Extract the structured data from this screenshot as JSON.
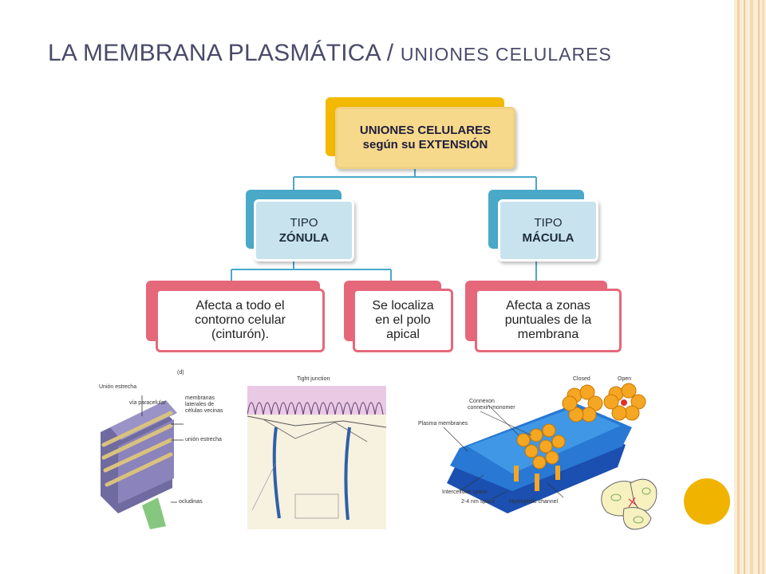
{
  "slide": {
    "title_main": "LA MEMBRANA PLASMÁTICA / ",
    "title_sub": "UNIONES CELULARES"
  },
  "diagram": {
    "root": {
      "line1": "UNIONES CELULARES",
      "line2": "según su EXTENSIÓN"
    },
    "zonula": {
      "line1": "TIPO",
      "line2": "ZÓNULA"
    },
    "macula": {
      "line1": "TIPO",
      "line2": "MÁCULA"
    },
    "zonula_children": [
      {
        "line1": "Afecta a todo el",
        "line2": "contorno celular",
        "line3": "(cinturón)."
      },
      {
        "line1": "Se localiza",
        "line2": "en el polo",
        "line3": "apical"
      }
    ],
    "macula_children": [
      {
        "line1": "Afecta a zonas",
        "line2": "puntuales de la",
        "line3": "membrana"
      }
    ]
  },
  "images": {
    "tight_junction_left": {
      "labels": [
        "Unión estrecha",
        "vía paracelular",
        "membranas",
        "laterales de",
        "células vecinas",
        "unión estrecha",
        "ocludinas",
        "(d)"
      ]
    },
    "tight_junction_micrograph": {
      "label": "Tight junction"
    },
    "gap_junction": {
      "labels": [
        "Connexon",
        "connexin monomer",
        "Plasma membranes",
        "Intercellular space",
        "2-4 nm space",
        "Hydrophilic channel",
        "Closed",
        "Open"
      ]
    }
  },
  "colors": {
    "title": "#4a4a6a",
    "root_fill": "#f7d98c",
    "root_back": "#f2b900",
    "blue_back": "#4aa9c8",
    "blue_fill": "#c8e3ee",
    "pink_back": "#e5687a",
    "connector": "#49a9cb",
    "accent_circle": "#f0b400"
  }
}
